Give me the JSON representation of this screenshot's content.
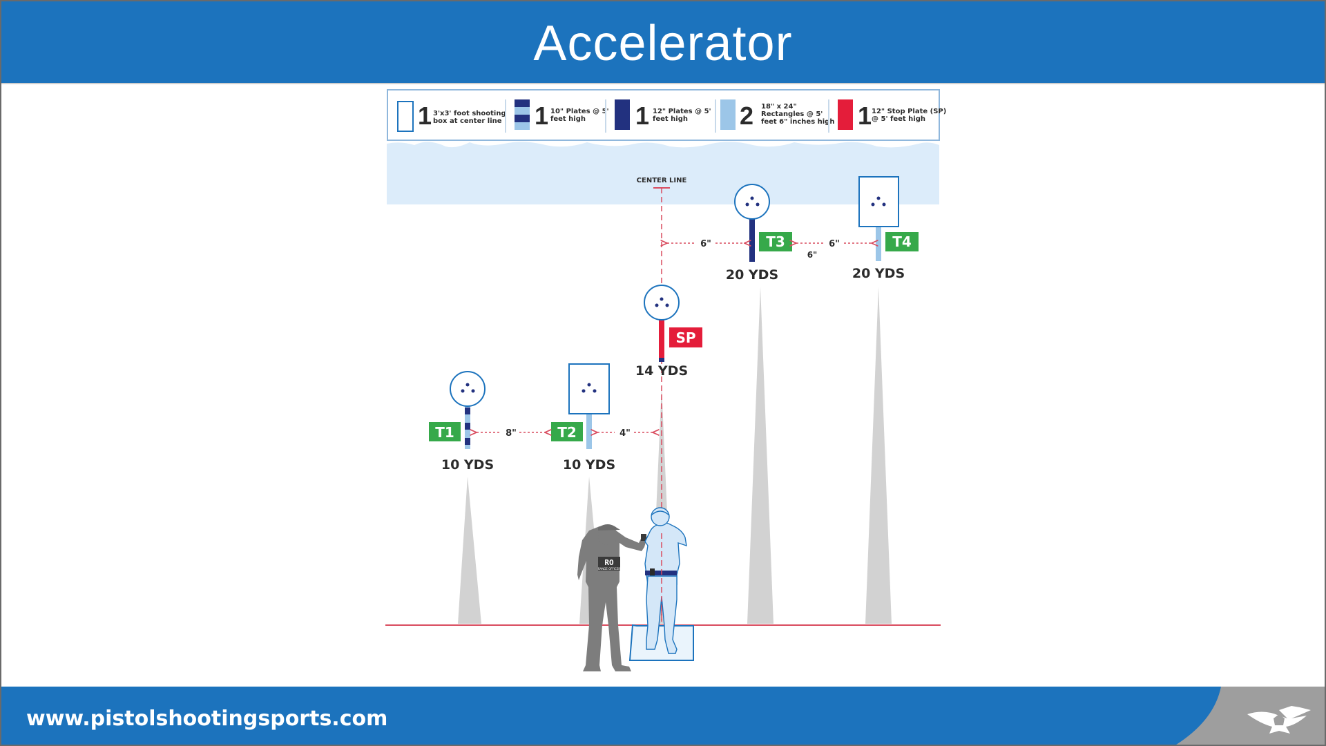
{
  "title": "Accelerator",
  "footer": {
    "url": "www.pistolshootingsports.com"
  },
  "legend": [
    {
      "count": "1",
      "line1": "3'x3' foot shooting",
      "line2": "box at center line",
      "line3": ""
    },
    {
      "count": "1",
      "line1": "10\" Plates @ 5'",
      "line2": "feet high",
      "line3": ""
    },
    {
      "count": "1",
      "line1": "12\" Plates @ 5'",
      "line2": "feet high",
      "line3": ""
    },
    {
      "count": "2",
      "line1": "18\" x 24\"",
      "line2": "Rectangles @ 5'",
      "line3": "feet 6\" inches high"
    },
    {
      "count": "1",
      "line1": "12\" Stop Plate (SP)",
      "line2": "@ 5' feet high",
      "line3": ""
    }
  ],
  "center_line_label": "CENTER LINE",
  "targets": {
    "t1": {
      "tag": "T1",
      "distance": "10 YDS"
    },
    "t2": {
      "tag": "T2",
      "distance": "10 YDS"
    },
    "sp": {
      "tag": "SP",
      "distance": "14 YDS"
    },
    "t3": {
      "tag": "T3",
      "distance": "20 YDS"
    },
    "t4": {
      "tag": "T4",
      "distance": "20 YDS"
    }
  },
  "spacings": {
    "t1_t2": "8\"",
    "t2_center": "4\"",
    "center_t3": "6\"",
    "t3_t4": "6\"",
    "t3_t4_below": "6\""
  },
  "ro_badge": {
    "letters": "RO",
    "sub": "RANGE OFFICER"
  },
  "colors": {
    "header_blue": "#1c73bd",
    "target_green": "#36a94a",
    "stop_red": "#e41d3a",
    "navy": "#22317f",
    "light_blue": "#9cc6e8",
    "sky": "#dcecfa",
    "gray_lane": "#d2d2d2",
    "red_line": "#d94b5e"
  },
  "icons": [
    "target-plate-icon",
    "rectangle-target-icon",
    "shooter-icon",
    "range-officer-icon",
    "eagle-logo-icon"
  ]
}
